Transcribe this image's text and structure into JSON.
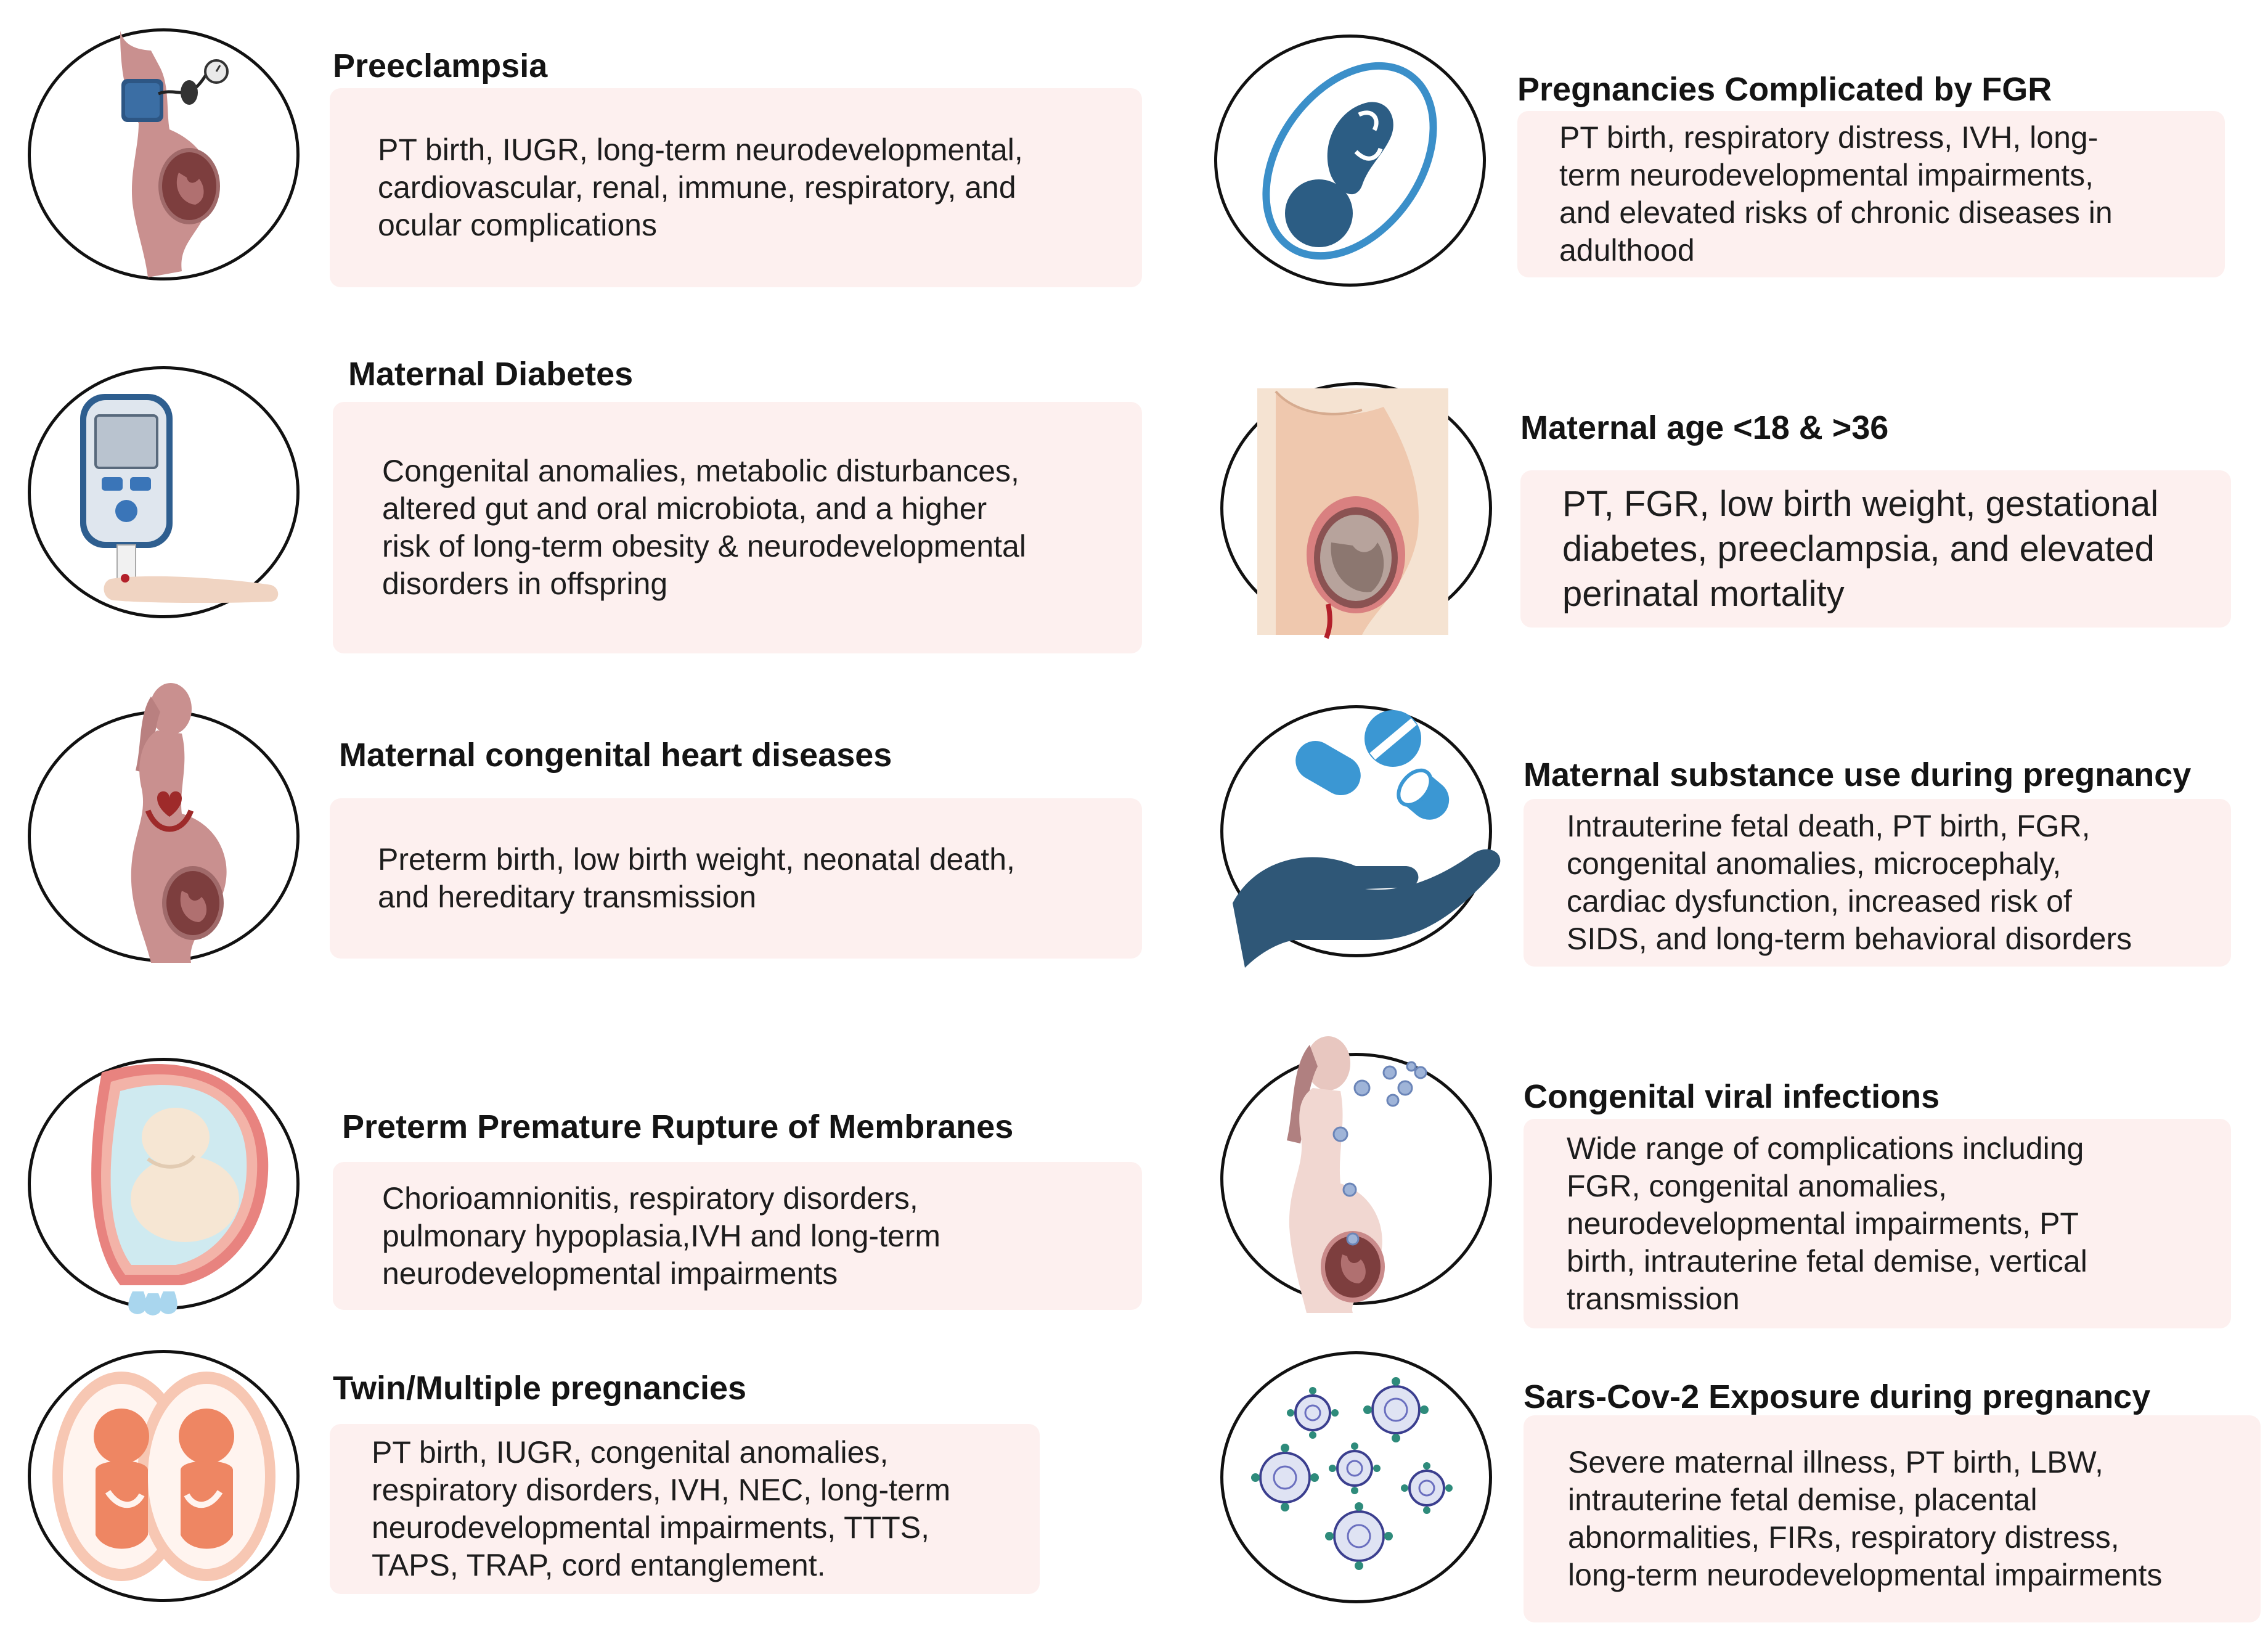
{
  "left": [
    {
      "id": "preeclampsia",
      "title": "Preeclampsia",
      "lines": [
        "PT birth, IUGR,  long-term neurodevelopmental,",
        "cardiovascular, renal, immune, respiratory, and",
        "ocular complications"
      ],
      "icon": "pregnant-woman-blood-pressure-cuff-icon"
    },
    {
      "id": "maternal-diabetes",
      "title": "Maternal Diabetes",
      "lines": [
        "Congenital anomalies, metabolic disturbances,",
        "altered gut and oral microbiota, and a higher",
        "risk of long-term obesity & neurodevelopmental",
        "disorders in offspring"
      ],
      "icon": "glucose-meter-icon"
    },
    {
      "id": "congenital-heart",
      "title": "Maternal congenital heart diseases",
      "lines": [
        "Preterm birth, low birth weight, neonatal death,",
        "and hereditary transmission"
      ],
      "icon": "pregnant-woman-heart-icon"
    },
    {
      "id": "pprom",
      "title": "Preterm Premature Rupture of Membranes",
      "lines": [
        "Chorioamnionitis, respiratory disorders,",
        "pulmonary hypoplasia,IVH and long-term",
        "neurodevelopmental impairments"
      ],
      "icon": "ruptured-membranes-uterus-icon"
    },
    {
      "id": "twin",
      "title": "Twin/Multiple pregnancies",
      "lines": [
        "PT birth, IUGR, congenital anomalies,",
        "respiratory disorders, IVH, NEC, long-term",
        "neurodevelopmental impairments, TTTS,",
        "TAPS, TRAP,  cord entanglement."
      ],
      "icon": "twin-fetuses-icon"
    }
  ],
  "right": [
    {
      "id": "fgr",
      "title": "Pregnancies Complicated by FGR",
      "lines": [
        "PT birth, respiratory distress, IVH, long-",
        "term neurodevelopmental impairments,",
        "and elevated risks of chronic diseases in",
        "adulthood"
      ],
      "icon": "fetus-in-womb-icon"
    },
    {
      "id": "maternal-age",
      "title": "Maternal age <18 & >36",
      "lines": [
        "PT, FGR, low birth weight, gestational",
        "diabetes, preeclampsia, and elevated",
        "perinatal mortality"
      ],
      "icon": "pregnant-abdomen-cross-section-icon"
    },
    {
      "id": "substance-use",
      "title": "Maternal substance use during pregnancy",
      "lines": [
        "Intrauterine fetal death, PT birth, FGR,",
        "congenital anomalies, microcephaly,",
        "cardiac dysfunction, increased risk of",
        "SIDS, and long-term behavioral disorders"
      ],
      "icon": "hand-with-pills-icon"
    },
    {
      "id": "viral",
      "title": "Congenital viral infections",
      "lines": [
        "Wide range of complications including",
        "FGR, congenital anomalies,",
        "neurodevelopmental impairments, PT",
        "birth, intrauterine fetal demise, vertical",
        "transmission"
      ],
      "icon": "pregnant-woman-virus-icon"
    },
    {
      "id": "sars",
      "title": "Sars-Cov-2 Exposure during pregnancy",
      "lines": [
        "Severe maternal illness, PT birth, LBW,",
        "intrauterine fetal demise, placental",
        "abnormalities, FIRs, respiratory distress,",
        "long-term neurodevelopmental impairments"
      ],
      "icon": "coronavirus-particles-icon"
    }
  ],
  "colors": {
    "box_fill": "#fdf0ef",
    "skin": "#c9908f",
    "fetus_blue": "#2c5d84",
    "pill_blue": "#3b97d3",
    "hand": "#2f5777",
    "twin_orange": "#ee8663",
    "virus_teal": "#2e8b7b",
    "virus_purple": "#3b3f8f"
  }
}
